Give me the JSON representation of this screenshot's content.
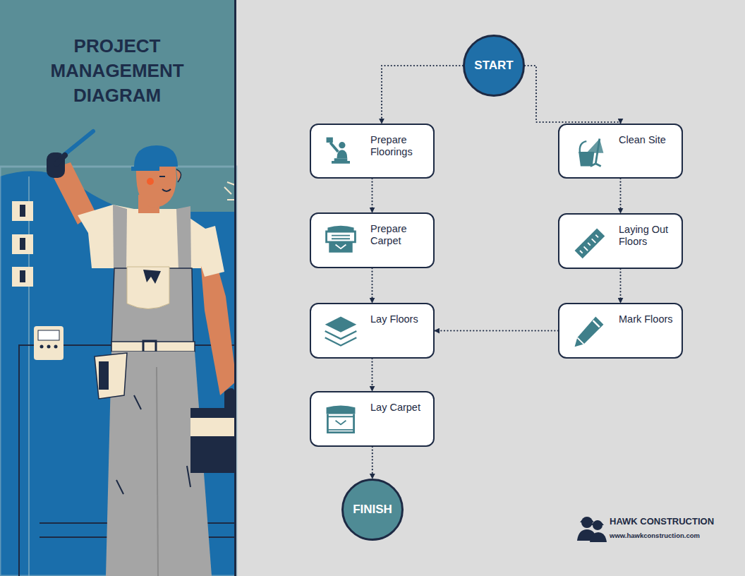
{
  "diagram": {
    "title": "PROJECT MANAGEMENT DIAGRAM",
    "nodes": [
      {
        "text": [
          "START"
        ]
      },
      {
        "text": [
          "Prepare Floorings"
        ]
      },
      {
        "text": [
          "Clean Site"
        ]
      },
      {
        "text": [
          "Prepare Carpet"
        ]
      },
      {
        "text": [
          "Laying Out Floors"
        ]
      },
      {
        "text": [
          "Lay Floors"
        ]
      },
      {
        "text": [
          "Mark Floors"
        ]
      },
      {
        "text": [
          "Lay Carpet"
        ]
      },
      {
        "text": [
          "FINISH"
        ]
      }
    ],
    "edges": [
      {
        "from": 0,
        "to": 1,
        "arrow": "to"
      },
      {
        "from": 0,
        "to": 2,
        "arrow": "to"
      },
      {
        "from": 1,
        "to": 3,
        "arrow": "to"
      },
      {
        "from": 3,
        "to": 5,
        "arrow": "to"
      },
      {
        "from": 5,
        "to": 7,
        "arrow": "to"
      },
      {
        "from": 7,
        "to": 8,
        "arrow": "to"
      },
      {
        "from": 2,
        "to": 4,
        "arrow": "to"
      },
      {
        "from": 4,
        "to": 6,
        "arrow": "to"
      },
      {
        "from": 6,
        "to": 5,
        "arrow": "to"
      }
    ],
    "labels": [
      "HAWK CONSTRUCTION",
      "www.hawkconstruction.com"
    ]
  }
}
